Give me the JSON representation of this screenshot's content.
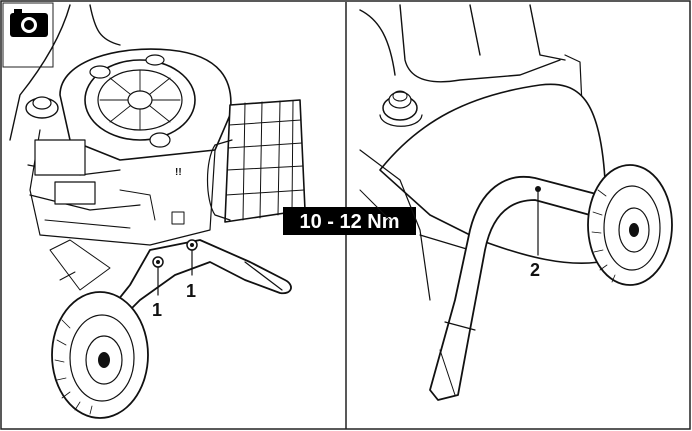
{
  "icon": "camera-icon",
  "torque_label": "10 - 12 Nm",
  "callouts": {
    "left_a": "1",
    "left_b": "1",
    "right": "2"
  },
  "colors": {
    "ink": "#111111",
    "paper": "#ffffff",
    "label_bg": "#000000",
    "label_fg": "#ffffff"
  }
}
